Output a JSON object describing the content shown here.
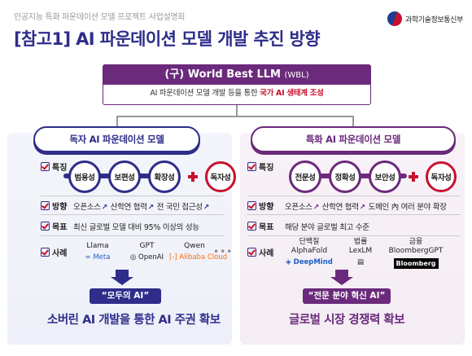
{
  "header": {
    "subtitle": "인공지능 특화 파운데이션 모델 프로젝트 사업설명회",
    "title": "[참고1] AI 파운데이션 모델 개발 추진 방향",
    "ministry": "과학기술정보통신부"
  },
  "wbl": {
    "title_prefix": "(구) World Best LLM ",
    "title_suffix": "(WBL)",
    "desc_prefix": "AI 파운데이션 모델 개발 등을 통한 ",
    "desc_highlight": "국가 AI 생태계 조성"
  },
  "left": {
    "title": "독자 AI 파운데이션 모델",
    "labels": {
      "features": "특징",
      "direction": "방향",
      "goal": "목표",
      "examples": "사례"
    },
    "features": [
      "범용성",
      "보편성",
      "확장성"
    ],
    "feature_plus": "독자성",
    "direction": [
      "오픈소스",
      "산학연 협력",
      "전 국민 접근성"
    ],
    "goal": "최신 글로벌 모델 대비 95% 이상의 성능",
    "examples": [
      {
        "name": "Llama",
        "logo": "∞ Meta"
      },
      {
        "name": "GPT",
        "logo": "◎ OpenAI"
      },
      {
        "name": "Qwen",
        "logo": "[-] Alibaba Cloud"
      }
    ],
    "more": "•••",
    "tag": "“모두의 AI”",
    "result": "소버린 AI 개발을 통한 AI 주권 확보"
  },
  "right": {
    "title": "특화 AI 파운데이션 모델",
    "labels": {
      "features": "특징",
      "direction": "방향",
      "goal": "목표",
      "examples": "사례"
    },
    "features": [
      "전문성",
      "정확성",
      "보안성"
    ],
    "feature_plus": "독자성",
    "direction": [
      "오픈소스",
      "산학연 협력",
      "도메인 內 여러 분야 확장"
    ],
    "goal": "해당 분야 글로벌 최고 수준",
    "examples": [
      {
        "category": "단백질",
        "name": "AlphaFold",
        "logo": "◈ DeepMind"
      },
      {
        "category": "법률",
        "name": "LexLM",
        "logo": "▤"
      },
      {
        "category": "금융",
        "name": "BloombergGPT",
        "logo": "Bloomberg"
      }
    ],
    "tag": "“전문 분야 혁신 AI”",
    "result": "글로벌 시장 경쟁력 확보"
  },
  "colors": {
    "navy": "#2e2d8a",
    "purple": "#6b2a7b",
    "red": "#c8102e"
  }
}
